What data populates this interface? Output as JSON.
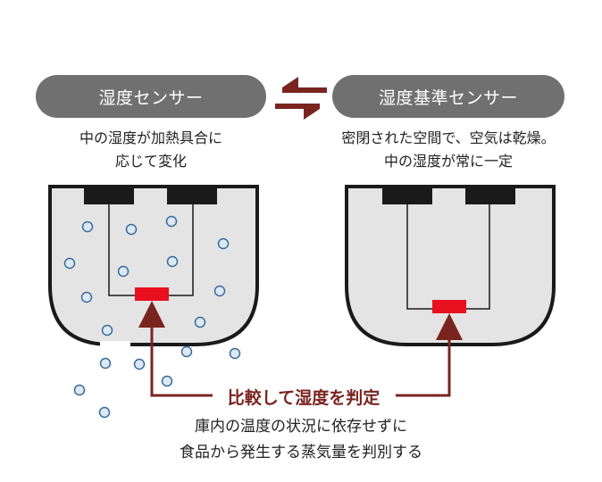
{
  "left_sensor": {
    "title": "湿度センサー",
    "desc_line1": "中の湿度が加熱具合に",
    "desc_line2": "応じて変化"
  },
  "right_sensor": {
    "title": "湿度基準センサー",
    "desc_line1": "密閉された空間で、空気は乾燥。",
    "desc_line2": "中の湿度が常に一定"
  },
  "result_label": "比較して湿度を判定",
  "conclusion": {
    "line1": "庫内の温度の状況に依存せずに",
    "line2": "食品から発生する蒸気量を判別する"
  },
  "colors": {
    "pill": "#707070",
    "accent": "#7a2420",
    "sensor": "#e8101e",
    "chamber_fill": "#e4e4e4",
    "bubble": "#dce9f5"
  },
  "icons": [
    "exchange-arrows-icon"
  ]
}
